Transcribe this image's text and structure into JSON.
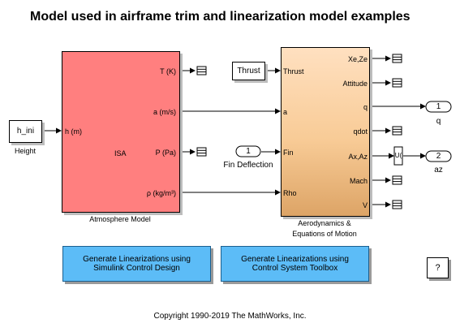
{
  "title": "Model used in airframe trim and linearization model examples",
  "height_block": {
    "value": "h_ini",
    "label": "Height"
  },
  "atmosphere": {
    "name": "Atmosphere Model",
    "center_label": "ISA",
    "inputs": [
      "h (m)"
    ],
    "outputs": [
      "T (K)",
      "a (m/s)",
      "P (Pa)",
      "ρ (kg/m³)"
    ]
  },
  "thrust_block": {
    "value": "Thrust"
  },
  "fin_block": {
    "value": "1",
    "label": "Fin Deflection"
  },
  "aero": {
    "name_line1": "Aerodynamics &",
    "name_line2": "Equations of Motion",
    "inputs": [
      "Thrust",
      "a",
      "Fin",
      "Rho"
    ],
    "outputs": [
      "Xe,Ze",
      "Attitude",
      "q",
      "qdot",
      "Ax,Az",
      "Mach",
      "V"
    ]
  },
  "selector": {
    "symbol": "U("
  },
  "outports": [
    {
      "number": "1",
      "label": "q"
    },
    {
      "number": "2",
      "label": "az"
    }
  ],
  "buttons": {
    "scd": "Generate Linearizations using\nSimulink Control Design",
    "cst": "Generate Linearizations using\nControl System Toolbox",
    "help": "?"
  },
  "copyright": "Copyright 1990-2019 The MathWorks, Inc.",
  "colors": {
    "atmosphere_fill": "#ff7f7f",
    "aero_fill": "#f8cb96",
    "button_fill": "#5cbcf7",
    "cloud_fill": "#e06666"
  }
}
